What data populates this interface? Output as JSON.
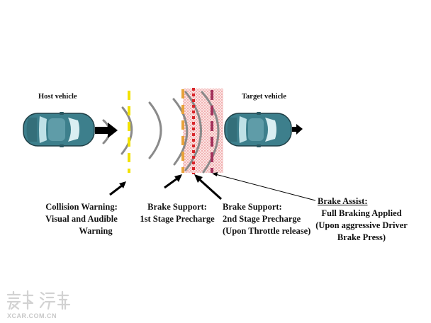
{
  "labels": {
    "host_vehicle": "Host vehicle",
    "target_vehicle": "Target vehicle",
    "collision_warning": {
      "line1": "Collision Warning:",
      "line2": "Visual and Audible",
      "line3": "Warning"
    },
    "brake_support_1": {
      "line1": "Brake Support:",
      "line2": "1st Stage Precharge"
    },
    "brake_support_2": {
      "line1": "Brake Support:",
      "line2": "2nd Stage Precharge",
      "line3": "(Upon Throttle release)"
    },
    "brake_assist": {
      "title": "Brake Assist:",
      "line1": "Full Braking Applied",
      "line2": "(Upon aggressive Driver",
      "line3": "Brake Press)"
    }
  },
  "watermark": {
    "logo_text": "爱卡汽车",
    "site": "XCAR.COM.CN"
  },
  "colors": {
    "car_body": "#3d7f8c",
    "collision_line": "#f2e200",
    "stage1_line": "#e8a23a",
    "stage2_line": "#d9252a",
    "assist_line": "#a3325c",
    "zone_fill": "#f7c9c9",
    "wave": "#8a8a8a"
  }
}
